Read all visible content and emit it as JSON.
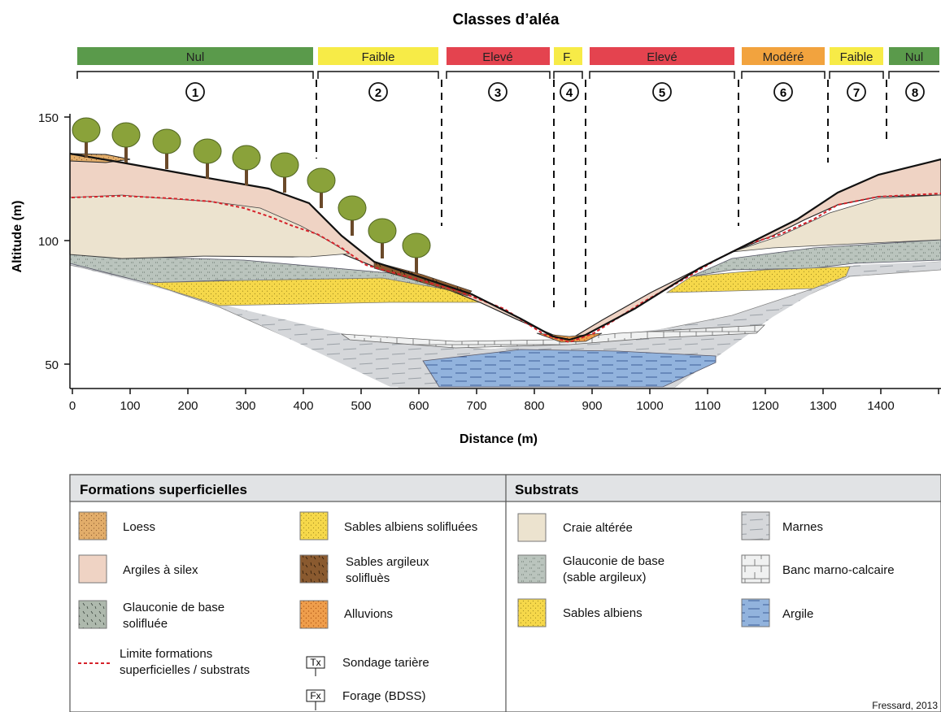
{
  "title": "Classes d’aléa",
  "colors": {
    "nul": "#5a9a4b",
    "faible": "#f7eb47",
    "eleve": "#e4434f",
    "modere": "#f2a33e",
    "loess": "#e2ad6a",
    "argiles_silex": "#efd3c4",
    "glauconie_soliflue": "#aeb9ad",
    "limite": "#d6222a",
    "sables_soliflues": "#f4d55b",
    "sables_argileux": "#8a5a2f",
    "alluvions": "#ef9e4c",
    "craie": "#ece3cf",
    "glauconie_base": "#bac4bd",
    "sables_albiens": "#f6d84a",
    "marnes": "#d5d7da",
    "banc": "#f0f1f1",
    "argile": "#92b3dd"
  },
  "hazard_zones": [
    {
      "label": "Nul",
      "color": "#5a9a4b",
      "number": "1"
    },
    {
      "label": "Faible",
      "color": "#f7eb47",
      "number": "2"
    },
    {
      "label": "Elevé",
      "color": "#e4434f",
      "number": "3"
    },
    {
      "label": "F.",
      "color": "#f7eb47",
      "number": "4"
    },
    {
      "label": "Elevé",
      "color": "#e4434f",
      "number": "5"
    },
    {
      "label": "Modéré",
      "color": "#f2a33e",
      "number": "6"
    },
    {
      "label": "Faible",
      "color": "#f7eb47",
      "number": "7"
    },
    {
      "label": "Nul",
      "color": "#5a9a4b",
      "number": "8"
    }
  ],
  "axes": {
    "y_label": "Altitude (m)",
    "x_label": "Distance (m)",
    "y_ticks": [
      "150",
      "100",
      "50"
    ],
    "x_ticks": [
      "0",
      "100",
      "200",
      "300",
      "400",
      "500",
      "600",
      "700",
      "800",
      "900",
      "1000",
      "1100",
      "1200",
      "1300",
      "1400"
    ]
  },
  "legend": {
    "heading_left": "Formations superficielles",
    "heading_right": "Substrats",
    "loess": "Loess",
    "argiles_silex": "Argiles à silex",
    "glauconie_soliflue_1": "Glauconie de base",
    "glauconie_soliflue_2": "solifluée",
    "limite_1": "Limite formations",
    "limite_2": "superficielles / substrats",
    "sables_soliflues": "Sables albiens solifluées",
    "sables_argileux_1": "Sables argileux",
    "sables_argileux_2": "solifluès",
    "alluvions": "Alluvions",
    "sondage": "Sondage tarière",
    "sondage_code": "Tx",
    "forage": "Forage (BDSS)",
    "forage_code": "Fx",
    "craie": "Craie altérée",
    "glauconie_base_1": "Glauconie de base",
    "glauconie_base_2": "(sable argileux)",
    "sables_albiens": "Sables albiens",
    "marnes": "Marnes",
    "banc": "Banc marno-calcaire",
    "argile": "Argile"
  },
  "credit": "Fressard, 2013"
}
